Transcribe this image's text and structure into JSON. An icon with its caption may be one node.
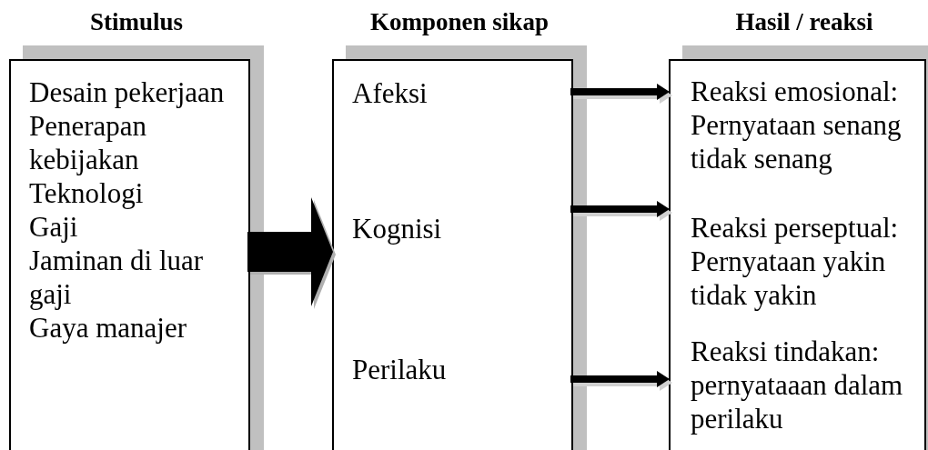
{
  "diagram": {
    "nodes": [
      {
        "text": [
          "Stimulus",
          "Desain pekerjaan",
          "Penerapan kebijakan",
          "Teknologi",
          "Gaji",
          "Jaminan di luar gaji",
          "Gaya manajer"
        ]
      },
      {
        "text": [
          "Komponen sikap"
        ]
      },
      {
        "text": [
          "Afeksi"
        ],
        "in": 1
      },
      {
        "text": [
          "Kognisi"
        ],
        "in": 1
      },
      {
        "text": [
          "Perilaku"
        ],
        "in": 1
      },
      {
        "text": [
          "Hasil / reaksi"
        ]
      },
      {
        "text": [
          "Reaksi emosional: Pernyataan senang tidak senang"
        ],
        "in": 5
      },
      {
        "text": [
          "Reaksi perseptual: Pernyataan yakin tidak yakin"
        ],
        "in": 5
      },
      {
        "text": [
          "Reaksi tindakan: pernyataaan dalam perilaku"
        ],
        "in": 5
      }
    ],
    "edges": [
      {
        "from": 0,
        "to": 1,
        "arrow": "to",
        "style": "thick"
      },
      {
        "from": 1,
        "to": 6,
        "arrow": "to"
      },
      {
        "from": 1,
        "to": 7,
        "arrow": "to"
      },
      {
        "from": 1,
        "to": 8,
        "arrow": "to"
      }
    ]
  }
}
